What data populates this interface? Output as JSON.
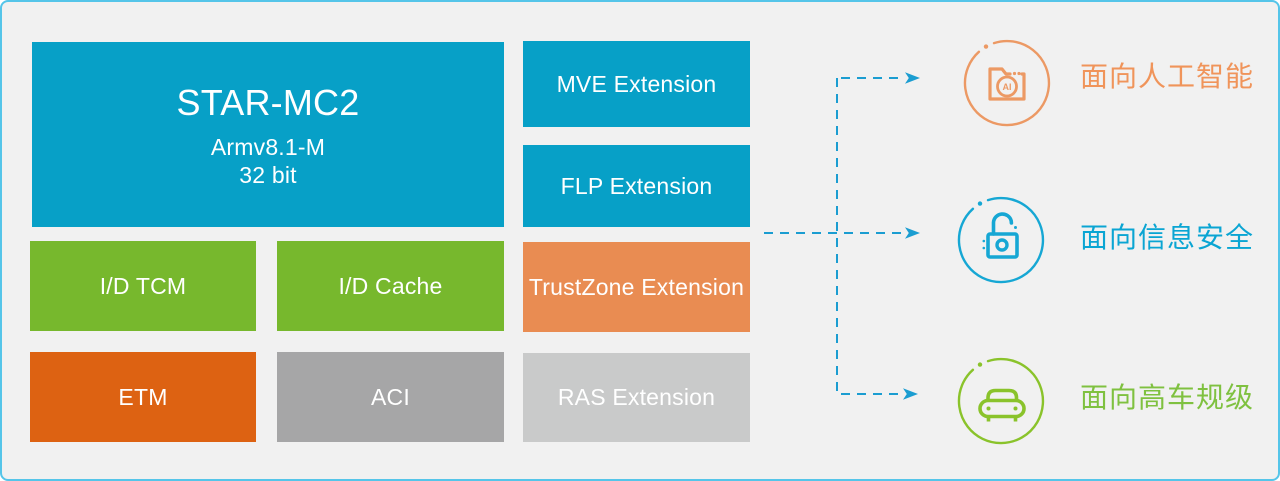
{
  "palette": {
    "background": "#F1F1F1",
    "frame_border": "#55C5E9",
    "teal_block": "#07A0C7",
    "green_block": "#77B82D",
    "dark_orange_block": "#DD6212",
    "light_orange_block": "#E98C52",
    "dark_gray_block": "#A6A6A7",
    "light_gray_block": "#C9CACA",
    "block_text": "#FFFFFF",
    "arrow": "#1B9DD1",
    "ai_accent": "#EC9964",
    "security_accent": "#16A7D4",
    "automotive_accent": "#8AC32B"
  },
  "main_block": {
    "title": "STAR-MC2",
    "subtitle_line1": "Armv8.1-M",
    "subtitle_line2": "32 bit"
  },
  "blocks": [
    {
      "label": "MVE Extension"
    },
    {
      "label": "FLP Extension"
    },
    {
      "label": "I/D TCM"
    },
    {
      "label": "I/D Cache"
    },
    {
      "label": "TrustZone Extension"
    },
    {
      "label": "ETM"
    },
    {
      "label": "ACI"
    },
    {
      "label": "RAS Extension"
    }
  ],
  "targets": [
    {
      "icon": "ai-folder-icon",
      "badge": "AI",
      "label": "面向人工智能",
      "color": "#F0945A"
    },
    {
      "icon": "unlock-icon",
      "label": "面向信息安全",
      "color": "#0AA5D3"
    },
    {
      "icon": "car-icon",
      "label": "面向高车规级",
      "color": "#7FC140"
    }
  ]
}
